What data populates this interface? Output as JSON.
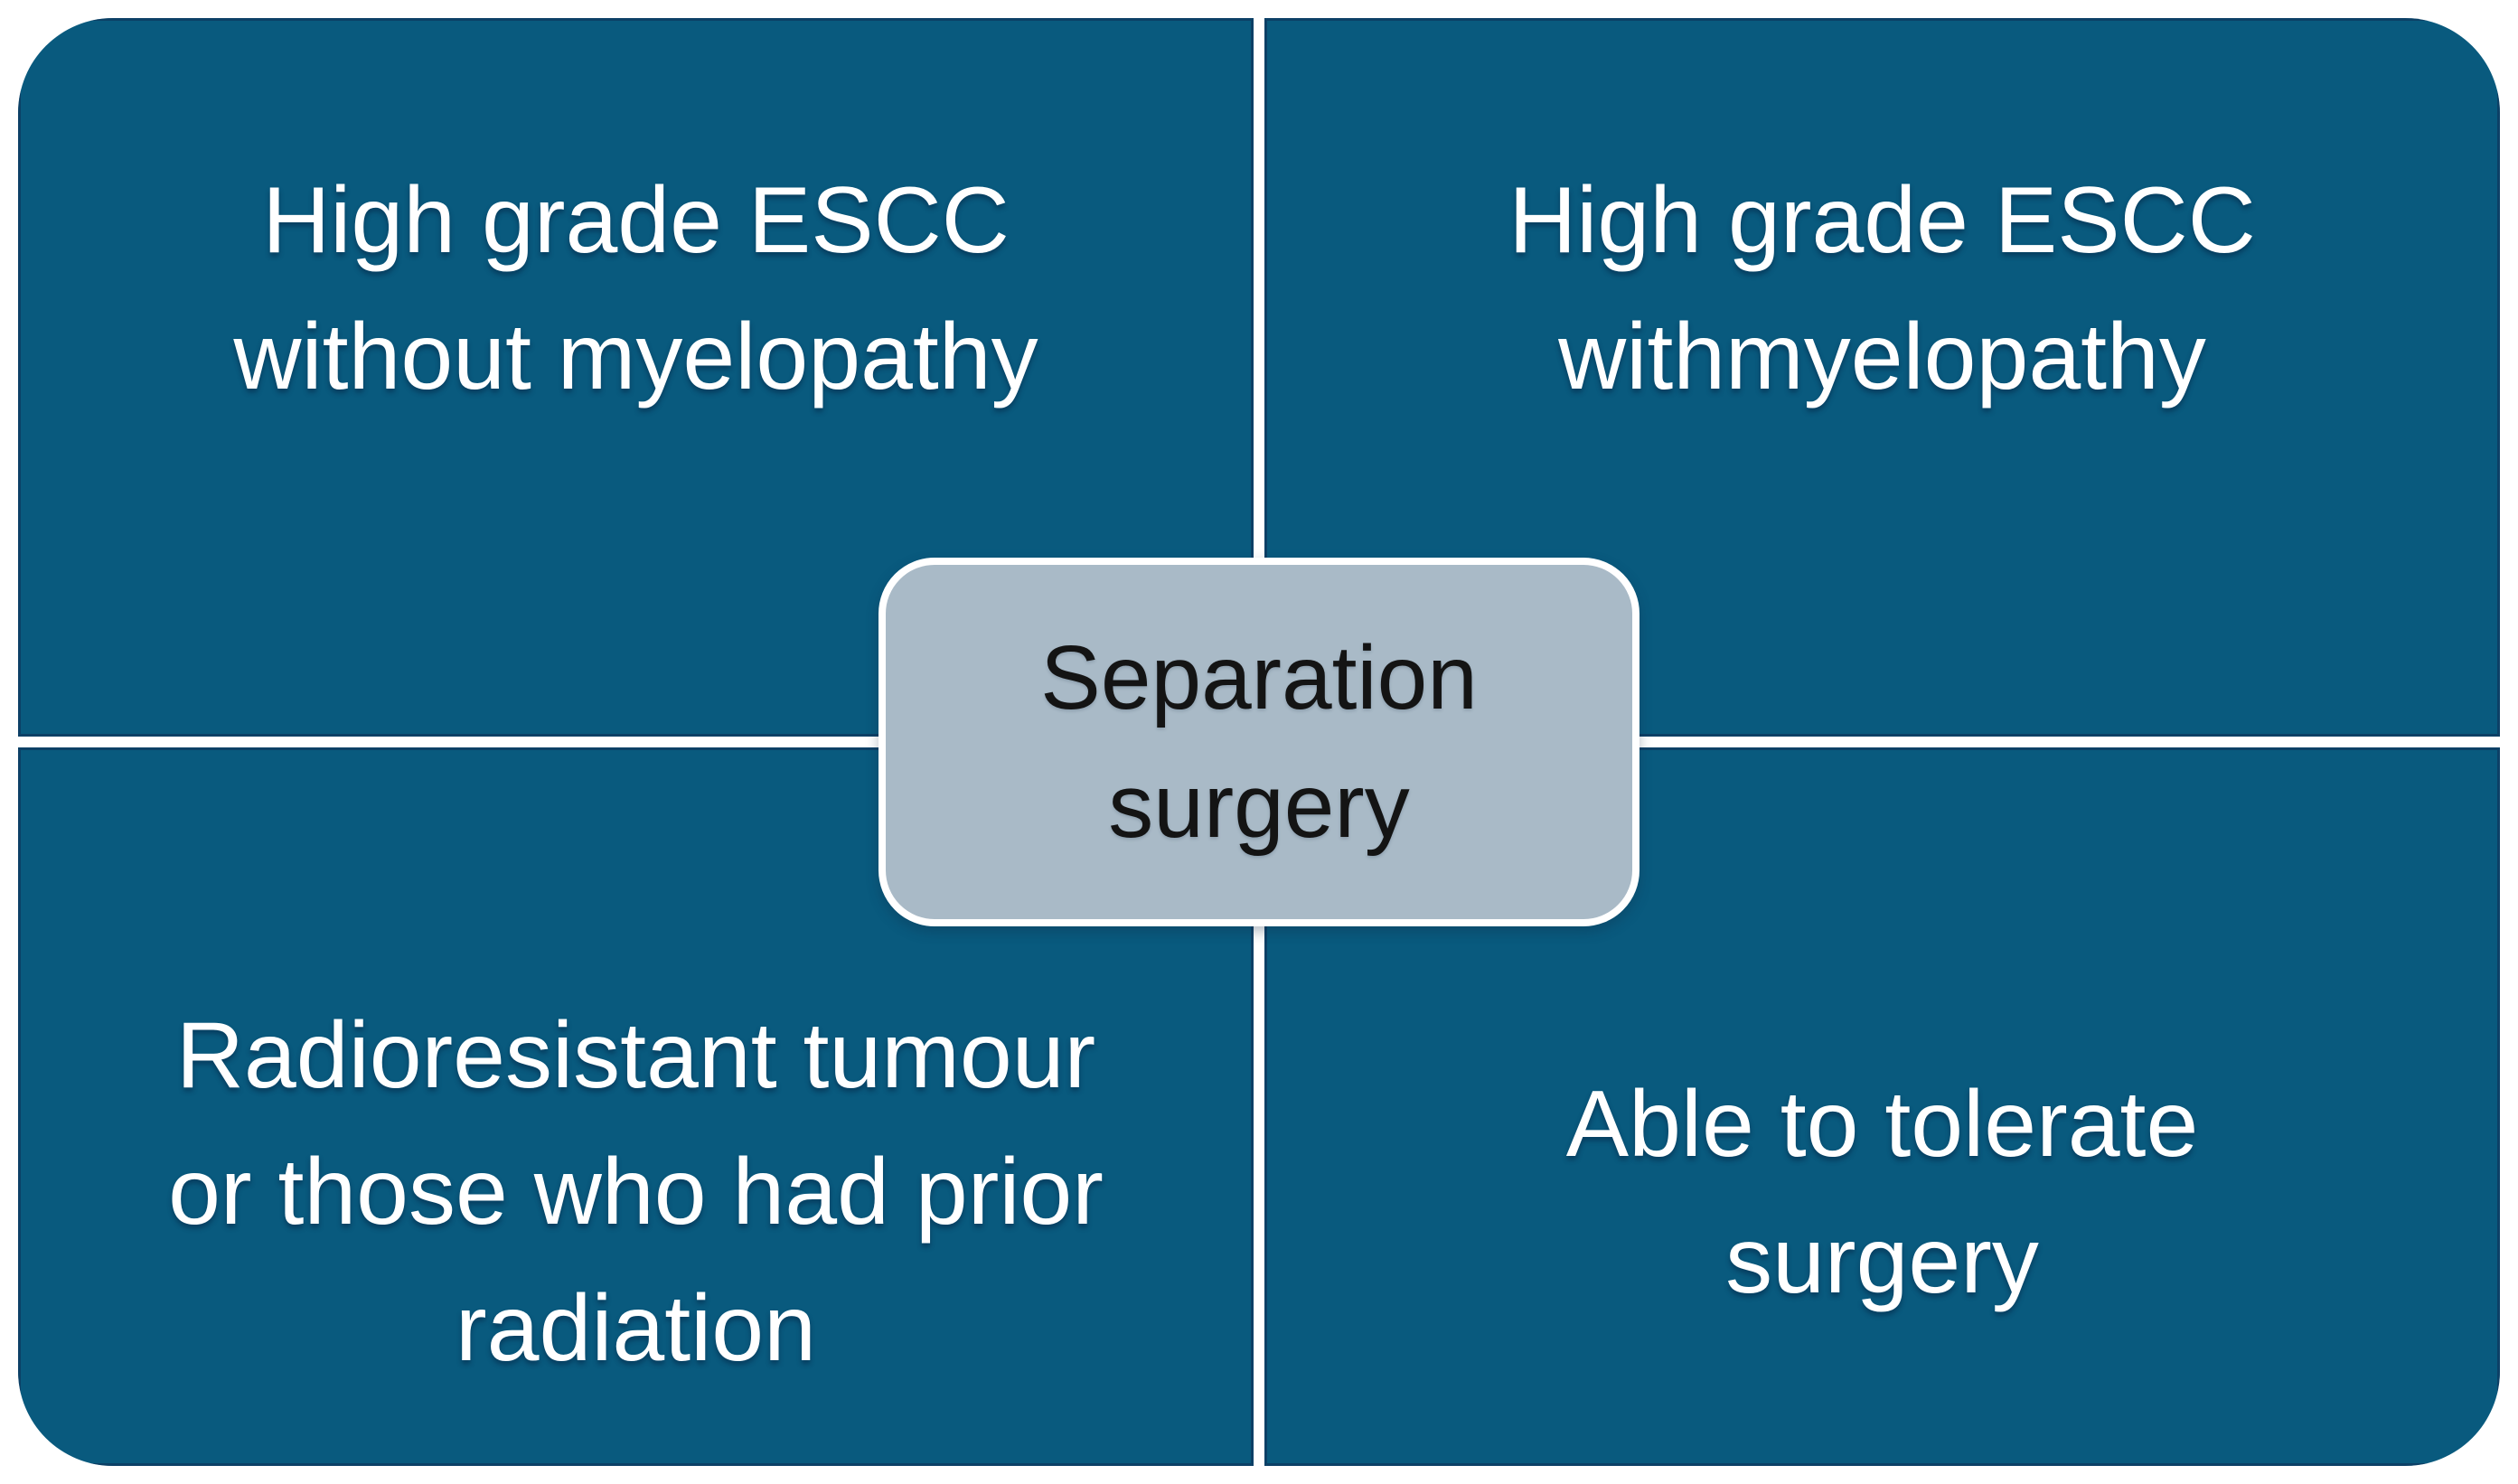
{
  "figure": {
    "type": "quadrant-diagram",
    "center_label": "Separation\nsurgery",
    "quadrants": {
      "top_left": "High grade ESCC\nwithout myelopathy",
      "top_right": "High grade ESCC\nwithmyelopathy",
      "bottom_left": "Radioresistant tumour\nor those who had prior\nradiation",
      "bottom_right": "Able to tolerate\nsurgery"
    },
    "colors": {
      "quadrant_fill": "#095A7E",
      "quadrant_edge": "#0E2C52",
      "center_fill": "#A9BAC7",
      "divider_and_border": "#FFFFFF",
      "quadrant_text": "#FFFFFF",
      "center_text": "#141414",
      "page_background": "#FFFFFF"
    }
  }
}
